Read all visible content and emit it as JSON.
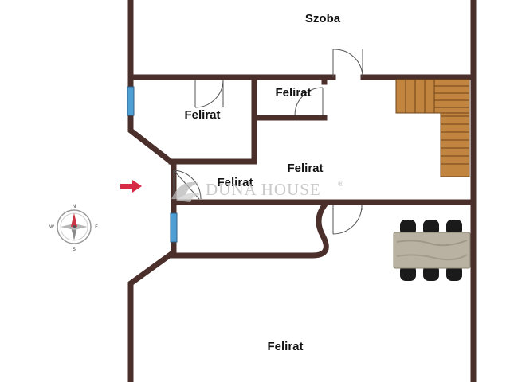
{
  "rooms": {
    "top_room": "Szoba",
    "upper_left_room": "Felirat",
    "small_room": "Felirat",
    "hall": "Felirat",
    "entrance_room": "Felirat",
    "bottom_room": "Felirat"
  },
  "watermark": {
    "text": "DUNA HOUSE",
    "registered_mark": "®"
  },
  "compass": {
    "north": "N",
    "east": "E",
    "south": "S",
    "west": "W"
  },
  "colors": {
    "wall": "#4a2f2b",
    "window": "#4f9fd4",
    "stairs": "#c28540",
    "table": "#b9b2a3",
    "chair": "#1a1a1a",
    "arrow": "#d62a45",
    "compass_needle": "#cc3344"
  },
  "icons": {
    "entry": "entry-arrow-icon",
    "compass": "compass-icon"
  }
}
